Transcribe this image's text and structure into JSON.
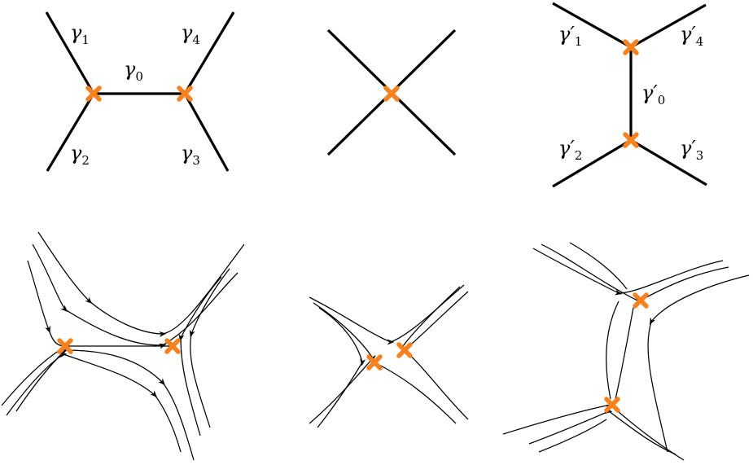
{
  "labels": {
    "g1": {
      "greek": "γ",
      "sub": "1"
    },
    "g4": {
      "greek": "γ",
      "sub": "4"
    },
    "g0": {
      "greek": "γ",
      "sub": "0"
    },
    "g2": {
      "greek": "γ",
      "sub": "2"
    },
    "g3": {
      "greek": "γ",
      "sub": "3"
    },
    "g1p": {
      "greek": "γ′",
      "sub": "1"
    },
    "g4p": {
      "greek": "γ′",
      "sub": "4"
    },
    "g0p": {
      "greek": "γ′",
      "sub": "0"
    },
    "g2p": {
      "greek": "γ′",
      "sub": "2"
    },
    "g3p": {
      "greek": "γ′",
      "sub": "3"
    }
  },
  "colors": {
    "branch_point": "#f5821f",
    "line": "#000000",
    "background": "#ffffff"
  }
}
